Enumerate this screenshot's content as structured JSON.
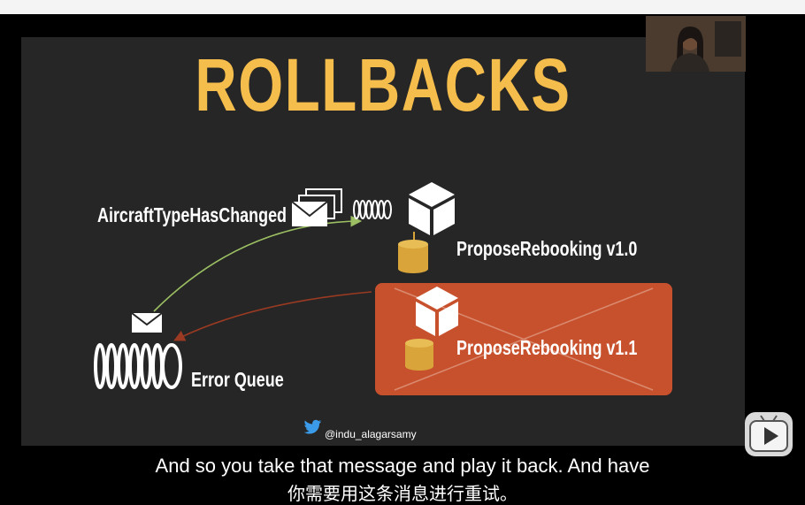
{
  "slide": {
    "title": "ROLLBACKS",
    "aircraft_label": "AircraftTypeHasChanged",
    "service_v10_label": "ProposeRebooking v1.0",
    "service_v11_label": "ProposeRebooking v1.1",
    "error_queue_label": "Error Queue",
    "handle": "@indu_alagarsamy",
    "colors": {
      "title": "#f5bd4c",
      "background": "#262626",
      "failed_box": "#c8512d",
      "green_arrow": "#9bbf62",
      "red_arrow": "#9a3a22",
      "database": "#d9a53a"
    }
  },
  "subtitles": {
    "line_en": "And so you take that message and play it back. And have",
    "line_zh": "你需要用这条消息进行重试。"
  },
  "player": {
    "play_icon": "play-icon"
  }
}
